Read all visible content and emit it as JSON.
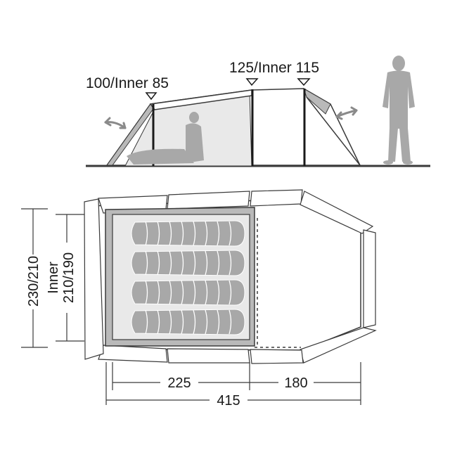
{
  "side_view": {
    "front_height_label": "100/Inner 85",
    "rear_height_label": "125/Inner 115"
  },
  "floor_plan": {
    "width_label": "230/210",
    "inner_label_line1": "Inner",
    "inner_label_line2": "210/190",
    "inner_length_label": "225",
    "vestibule_length_label": "180",
    "total_length_label": "415",
    "sleeping_bags": 4
  },
  "colors": {
    "outline": "#3a3a3a",
    "shade": "#b9b9b9",
    "inner_fill": "#e9e9e9",
    "silhouette": "#a8a8a8",
    "text": "#1a1a1a"
  }
}
